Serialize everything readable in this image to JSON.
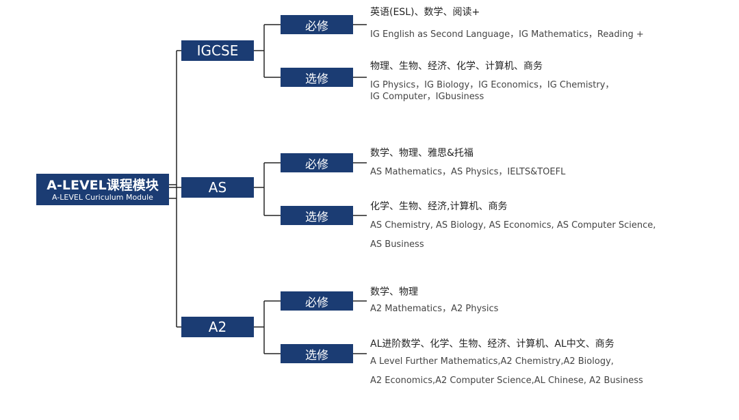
{
  "root": {
    "title": "A-LEVEL课程模块",
    "subtitle": "A-LEVEL Curiculum Module"
  },
  "branches": [
    {
      "label": "IGCSE",
      "groups": [
        {
          "label": "必修",
          "zh": "英语(ESL)、数学、阅读+",
          "en": [
            "IG English as Second Language，IG Mathematics，Reading +"
          ]
        },
        {
          "label": "选修",
          "zh": "物理、生物、经济、化学、计算机、商务",
          "en": [
            "IG Physics，IG Biology，IG Economics，IG Chemistry，",
            "IG Computer，IGbusiness"
          ]
        }
      ]
    },
    {
      "label": "AS",
      "groups": [
        {
          "label": "必修",
          "zh": "数学、物理、雅思&托福",
          "en": [
            "AS Mathematics，AS Physics，IELTS&TOEFL"
          ]
        },
        {
          "label": "选修",
          "zh": "化学、生物、经济,计算机、商务",
          "en": [
            "AS Chemistry, AS Biology, AS Economics, AS Computer Science,",
            "AS Business"
          ]
        }
      ]
    },
    {
      "label": "A2",
      "groups": [
        {
          "label": "必修",
          "zh": "数学、物理",
          "en": [
            "A2 Mathematics，A2 Physics"
          ]
        },
        {
          "label": "选修",
          "zh": "AL进阶数学、化学、生物、经济、计算机、AL中文、商务",
          "en": [
            "A Level Further Mathematics,A2 Chemistry,A2 Biology,",
            "A2 Economics,A2 Computer Science,AL Chinese, A2 Business"
          ]
        }
      ]
    }
  ],
  "colors": {
    "box": "#1b3c73",
    "line": "#222222"
  }
}
